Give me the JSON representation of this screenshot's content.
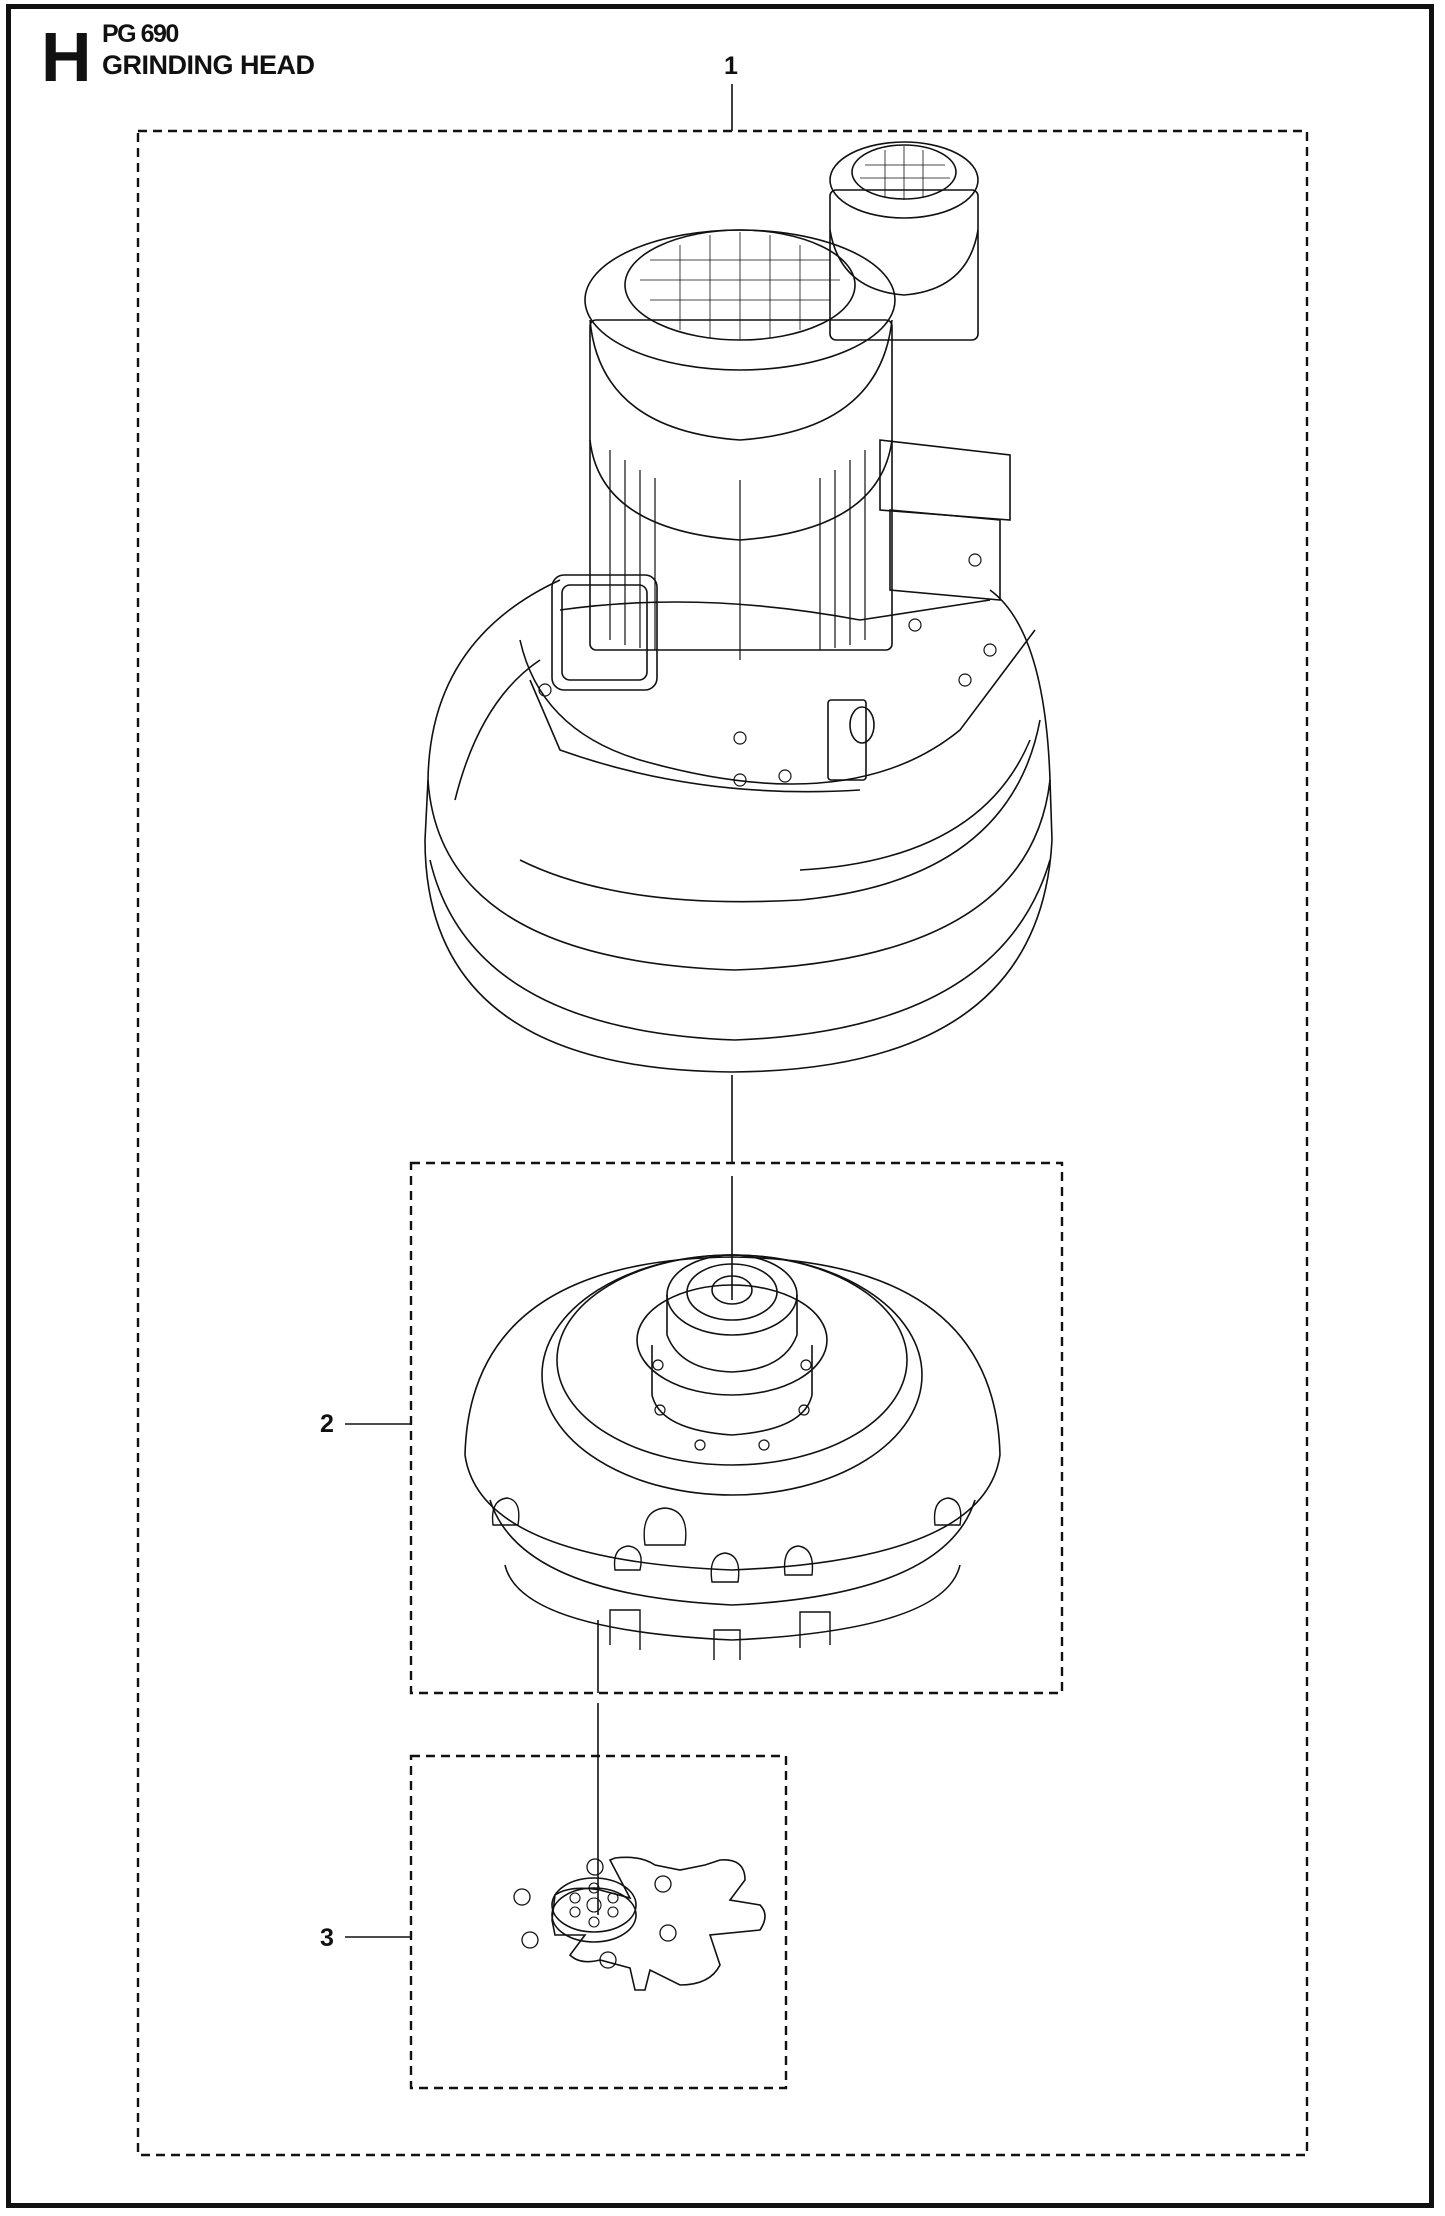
{
  "header": {
    "section_letter": "H",
    "model": "PG 690",
    "title": "GRINDING HEAD"
  },
  "callouts": [
    {
      "number": "1",
      "part": "motor-and-housing-assembly"
    },
    {
      "number": "2",
      "part": "planetary-head-assembly"
    },
    {
      "number": "3",
      "part": "tool-holder-disc"
    }
  ],
  "colors": {
    "line": "#111111",
    "background": "#ffffff"
  }
}
